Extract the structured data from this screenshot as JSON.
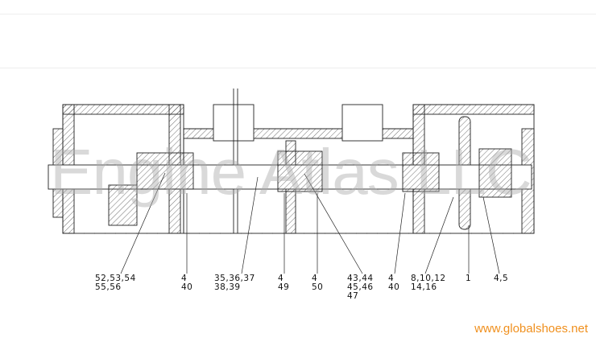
{
  "watermark": "Engine Atlas LLC",
  "site_watermark": "www.globalshoes.net",
  "callouts": [
    {
      "lines": [
        "52,53,54",
        "55,56"
      ]
    },
    {
      "lines": [
        "4",
        "40"
      ]
    },
    {
      "lines": [
        "35,36,37",
        "38,39"
      ]
    },
    {
      "lines": [
        "4",
        "49"
      ]
    },
    {
      "lines": [
        "4",
        "50"
      ]
    },
    {
      "lines": [
        "43,44",
        "45,46",
        "47"
      ]
    },
    {
      "lines": [
        "4",
        "40"
      ]
    },
    {
      "lines": [
        "8,10,12",
        "14,16"
      ]
    },
    {
      "lines": [
        "1"
      ]
    },
    {
      "lines": [
        "4,5"
      ]
    }
  ]
}
